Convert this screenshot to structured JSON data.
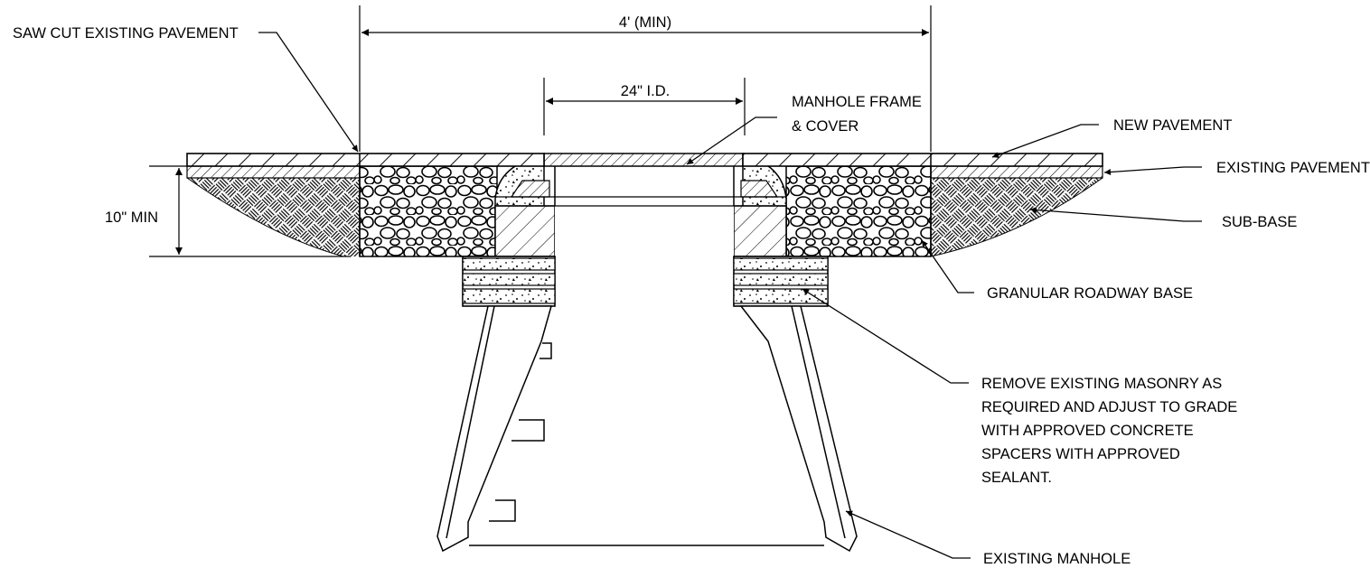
{
  "dimensions": {
    "width_overall": "4' (MIN)",
    "frame_id": "24\" I.D.",
    "depth": "10\" MIN"
  },
  "callouts": {
    "saw_cut": "SAW CUT EXISTING PAVEMENT",
    "frame_cover_line1": "MANHOLE FRAME",
    "frame_cover_line2": "& COVER",
    "new_pavement": "NEW PAVEMENT",
    "existing_pavement": "EXISTING PAVEMENT",
    "sub_base": "SUB-BASE",
    "granular_base": "GRANULAR ROADWAY BASE",
    "remove_masonry": [
      "REMOVE EXISTING MASONRY AS",
      "REQUIRED AND ADJUST TO GRADE",
      "WITH APPROVED CONCRETE",
      "SPACERS WITH APPROVED",
      "SEALANT."
    ],
    "existing_manhole": "EXISTING MANHOLE"
  }
}
